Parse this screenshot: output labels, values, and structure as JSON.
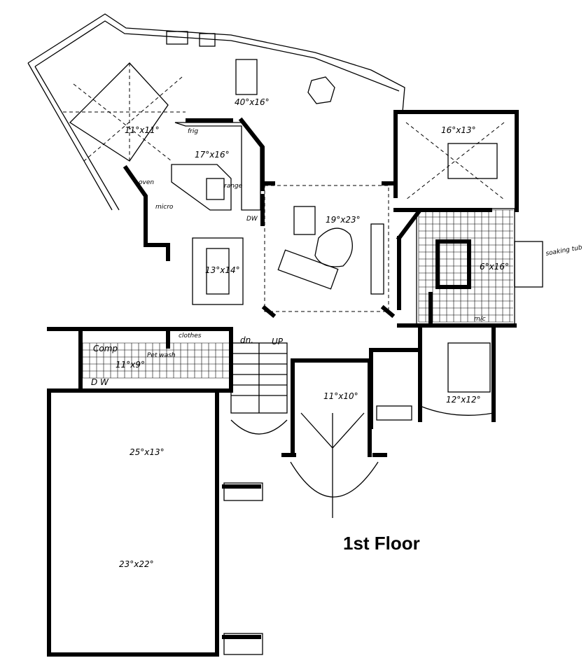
{
  "title": "1st Floor",
  "rooms": {
    "porch": "40°x16°",
    "dining": "11°x11°",
    "kitchen": "17°x16°",
    "great_room": "19°x23°",
    "master_bedroom": "16°x13°",
    "master_bath": "6°x16°",
    "breakfast": "13°x14°",
    "laundry": "11°x9°",
    "foyer": "11°x10°",
    "bedroom2": "12°x12°",
    "garage_bay": "25°x13°",
    "garage": "23°x22°"
  },
  "labels": {
    "frig": "frig",
    "range": "range",
    "oven": "oven",
    "micro": "micro",
    "dw_kitchen": "DW",
    "soaking_tub": "soaking tub",
    "mc": "m/c",
    "comp": "Comp",
    "pet_wash": "Pet wash",
    "dw_laundry": "D W",
    "clothes": "clothes",
    "down": "dn.",
    "up": "UP"
  }
}
